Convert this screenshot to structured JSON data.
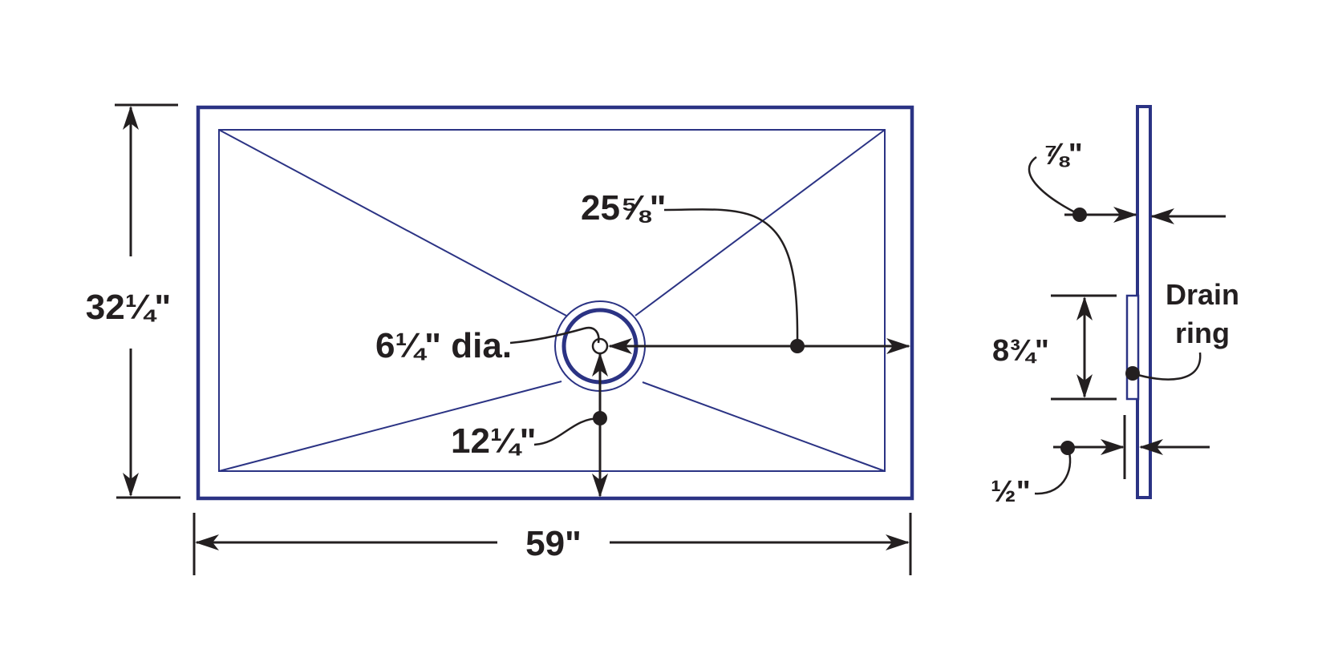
{
  "colors": {
    "outline": "#2b3384",
    "ink": "#231f20",
    "background": "#ffffff"
  },
  "dimensions": {
    "overall_width": "59\"",
    "overall_depth": "32¼\"",
    "drain_from_right": "25⅝\"",
    "drain_from_front": "12¼\"",
    "drain_diameter": "6¼\" dia.",
    "pan_thickness": "⅞\"",
    "ring_height": "8¾\"",
    "ring_projection": "½\""
  },
  "labels": {
    "drain_ring_line1": "Drain",
    "drain_ring_line2": "ring"
  }
}
